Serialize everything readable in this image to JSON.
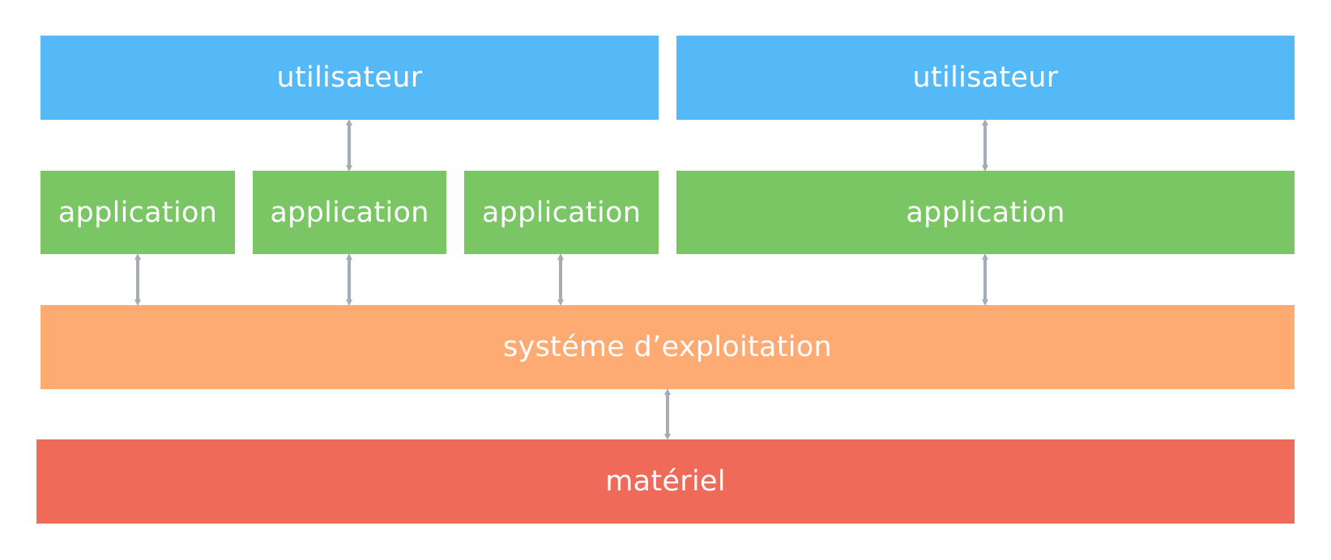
{
  "diagram": {
    "users": [
      {
        "label": "utilisateur"
      },
      {
        "label": "utilisateur"
      }
    ],
    "applications": [
      {
        "label": "application"
      },
      {
        "label": "application"
      },
      {
        "label": "application"
      },
      {
        "label": "application"
      }
    ],
    "os": {
      "label": "systéme d’exploitation"
    },
    "hardware": {
      "label": "matériel"
    }
  },
  "colors": {
    "user": "#55b9f8",
    "application": "#7ac665",
    "os": "#feaa73",
    "hardware": "#ef6a59",
    "arrow": "#a3adb3"
  }
}
